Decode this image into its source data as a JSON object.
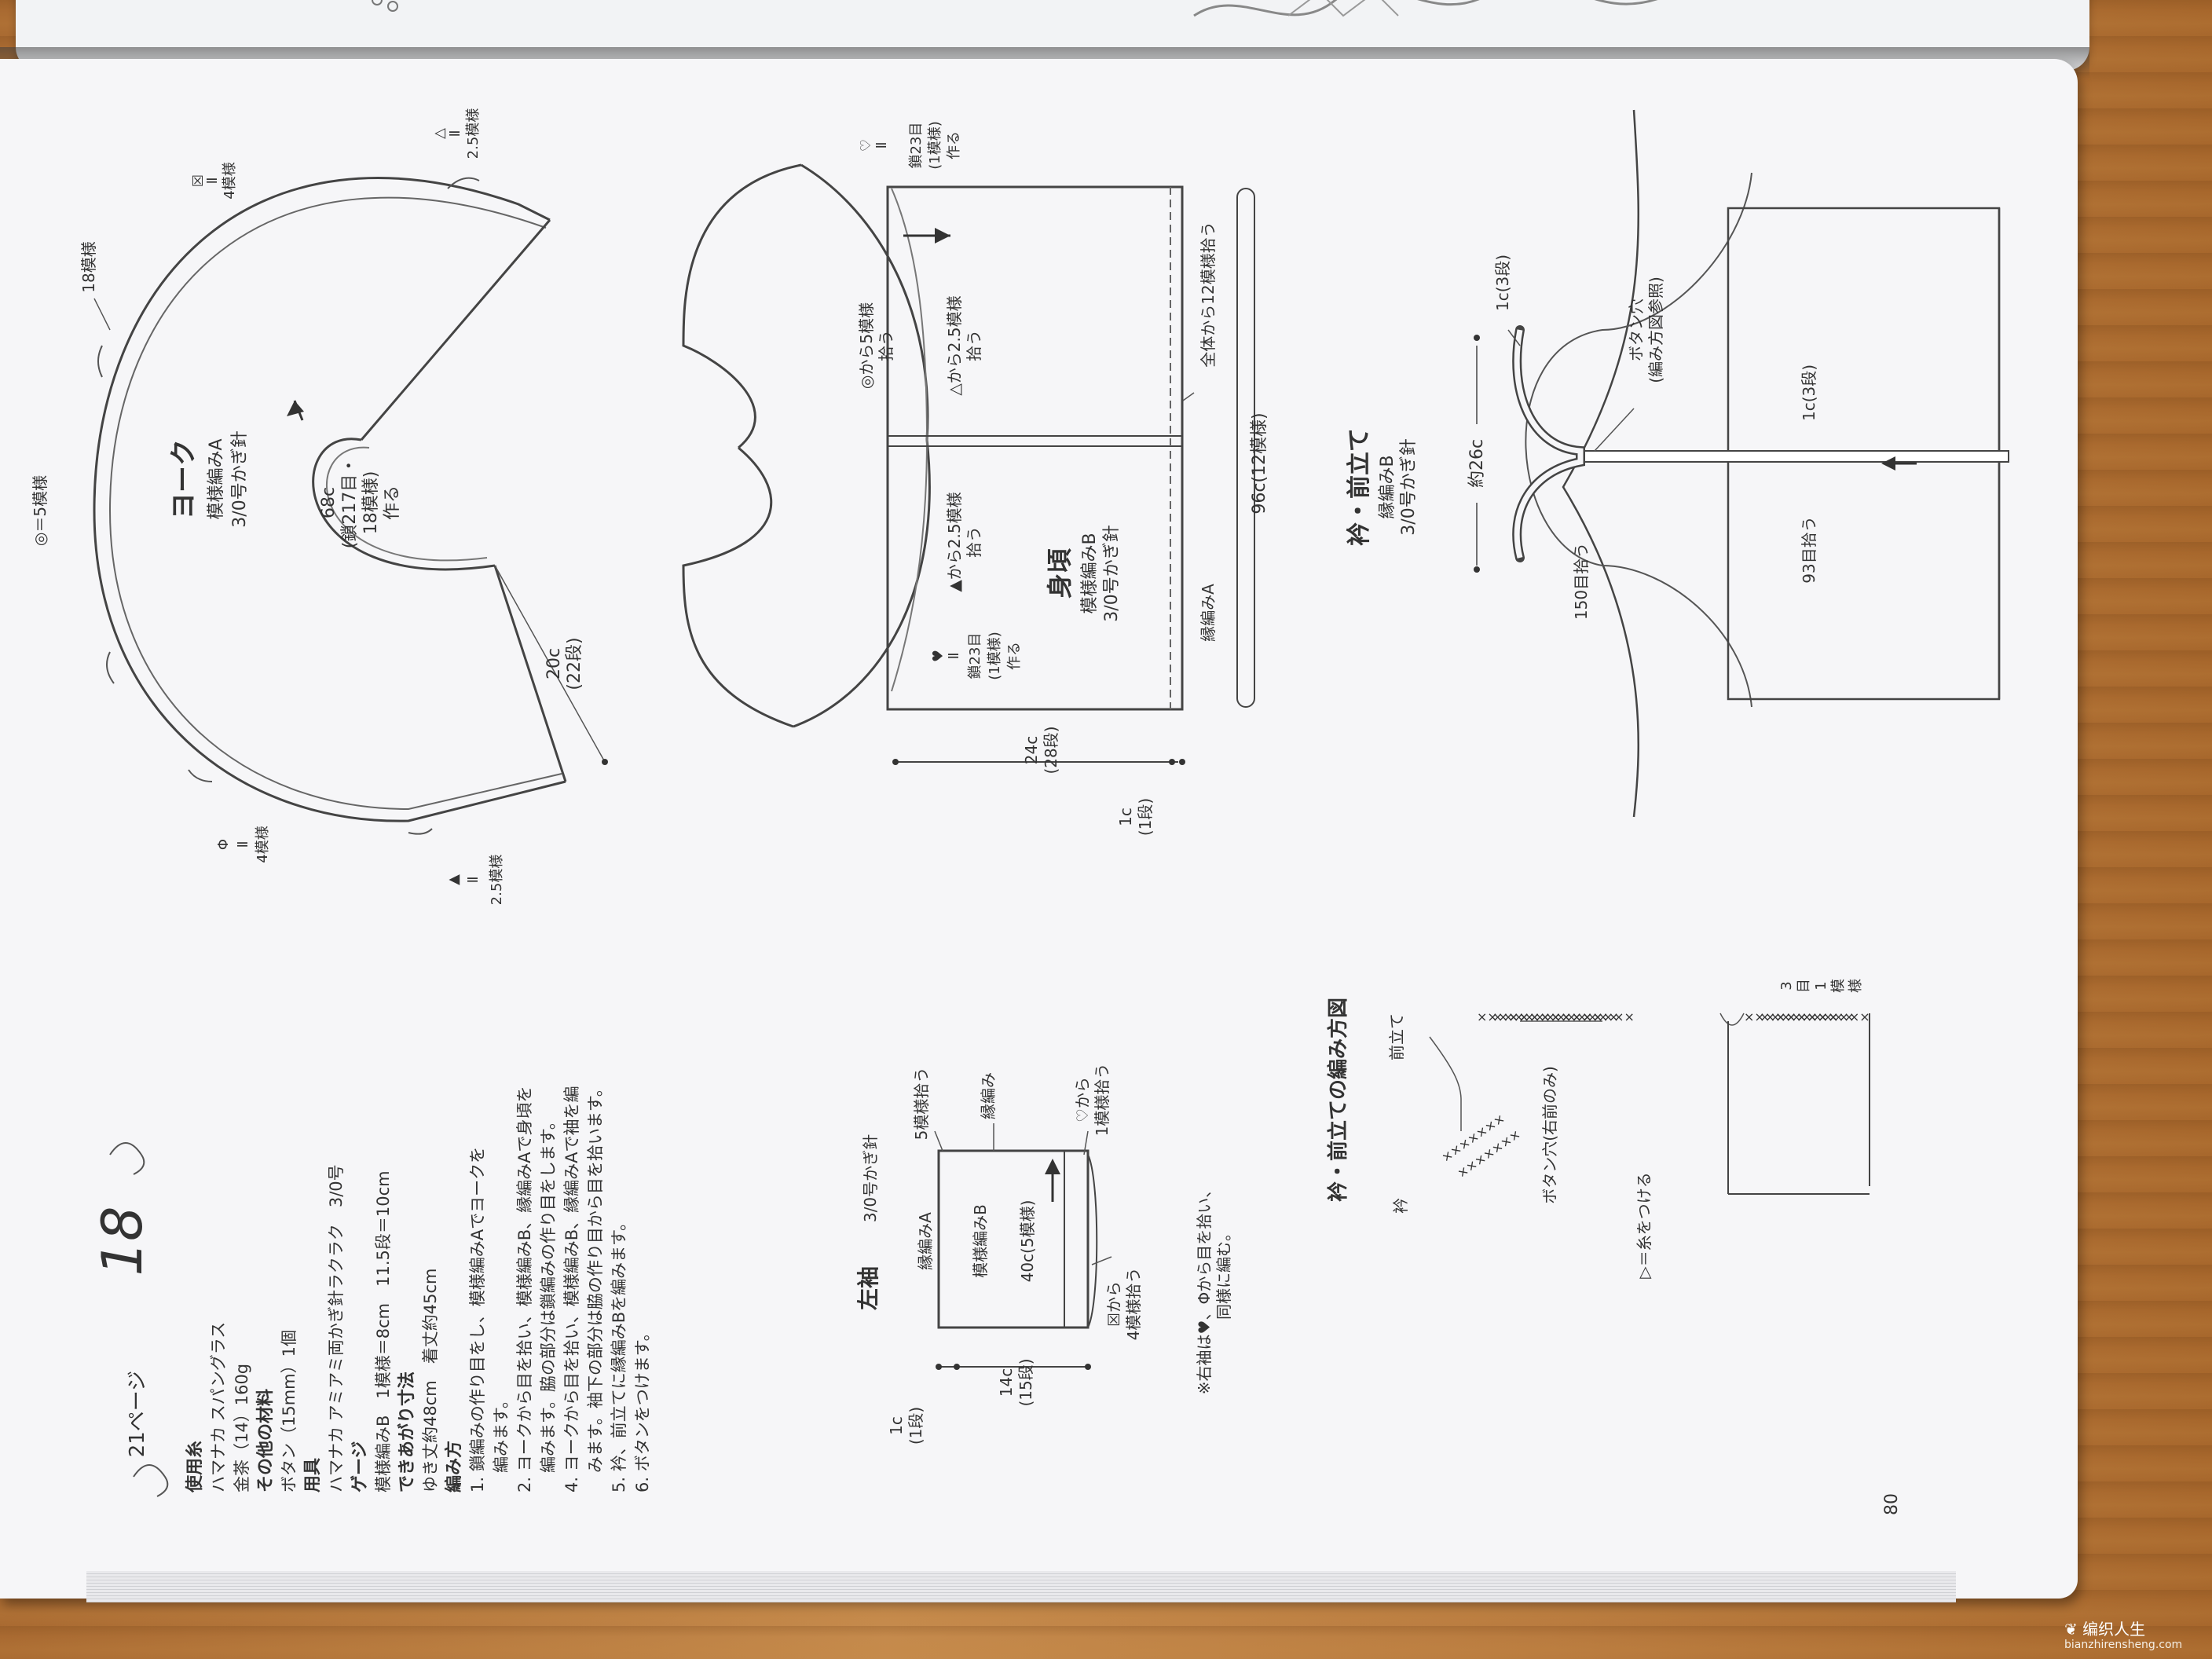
{
  "page_number": "80",
  "pattern_no": "18",
  "page_ref": "21ページ",
  "yoke": {
    "title": "ヨーク",
    "stitch": "模様編みA",
    "hook": "3/0号かぎ針",
    "neck": [
      "68c",
      "(鎖217目・",
      "18模様)",
      "作る"
    ],
    "depth": [
      "20c",
      "(22段)"
    ],
    "outer_label": "◎＝5模様",
    "side_label": "18模様",
    "top_mark1": [
      "☒",
      "Ⅱ",
      "4模様"
    ],
    "top_mark2": [
      "△",
      "Ⅱ",
      "2.5模様"
    ],
    "bottom_mark1": [
      "Φ",
      "Ⅱ",
      "4模様"
    ],
    "bottom_mark2": [
      "▲",
      "Ⅱ",
      "2.5模様"
    ]
  },
  "body": {
    "title": "身頃",
    "stitch": "模様編みB",
    "hook": "3/0号かぎ針",
    "pick_a": [
      "◎から5模様",
      "拾う"
    ],
    "pick_b": [
      "△から2.5模様",
      "拾う"
    ],
    "pick_c": [
      "▲から2.5模様",
      "拾う"
    ],
    "chain_top": [
      "♡",
      "Ⅱ",
      "鎖23目",
      "(1模様)",
      "作る"
    ],
    "chain_bottom": [
      "♥",
      "Ⅱ",
      "鎖23目",
      "(1模様)",
      "作る"
    ],
    "edge_pick": "全体から12模様拾う",
    "edge_stitch": "縁編みA",
    "width": "96c(12模様)",
    "length": [
      "24c",
      "(28段)"
    ],
    "edge_depth": [
      "1c",
      "(1段)"
    ]
  },
  "collar": {
    "title": "衿・前立て",
    "stitch": "縁編みB",
    "hook": "3/0号かぎ針",
    "width": "約26c",
    "rows": "1c(3段)",
    "buttonhole": [
      "ボタン穴",
      "(編み方図参照)"
    ],
    "pick_150": "150目拾う",
    "pick_93": "93目拾う",
    "rows2": "1c(3段)"
  },
  "materials": {
    "yarn_h": "使用糸",
    "yarn": "ハマナカ スパングラス",
    "yarn_color": "金茶（14）160g",
    "other_h": "その他の材料",
    "other": "ボタン（15mm）1個",
    "tools_h": "用具",
    "tools": "ハマナカ アミアミ両かぎ針ラクラク　3/0号",
    "gauge_h": "ゲージ",
    "gauge": "模様編みB　1模様＝8cm　11.5段＝10cm",
    "size_h": "できあがり寸法",
    "size": "ゆき丈約48cm　着丈約45cm",
    "method_h": "編み方",
    "steps": [
      "1. 鎖編みの作り目をし、模様編みAでヨークを",
      "編みます。",
      "2. ヨークから目を拾い、模様編みB、縁編みAで身頃を",
      "編みます。脇の部分は鎖編みの作り目をします。",
      "4. ヨークから目を拾い、模様編みB、縁編みAで袖を編",
      "みます。袖下の部分は脇の作り目から目を拾います。",
      "5. 衿、前立てに縁編みBを編みます。",
      "6. ボタンをつけます。"
    ]
  },
  "sleeve": {
    "title": "左袖",
    "hook": "3/0号かぎ針",
    "stitch_b": "模様編みB",
    "stitch_a": "縁編みA",
    "count": "40c(5模様)",
    "pick5": "5模様拾う",
    "edge": "縁編み",
    "from_heart": [
      "♡から",
      "1模様拾う"
    ],
    "from_x": [
      "☒から",
      "4模様拾う"
    ],
    "length": [
      "14c",
      "(15段)"
    ],
    "edge_depth": [
      "1c",
      "(1段)"
    ],
    "note": [
      "※右袖は♥、Φから目を拾い、",
      "同様に編む。"
    ]
  },
  "chart": {
    "title": "衿・前立ての編み方図",
    "collar": "衿",
    "front": "前立て",
    "buttonhole": "ボタン穴(右前のみ)",
    "rows_label": [
      "3",
      "目",
      "1",
      "模",
      "様"
    ],
    "thread_note": "▷＝糸をつける"
  },
  "watermark": "bianzhirensheng.com"
}
